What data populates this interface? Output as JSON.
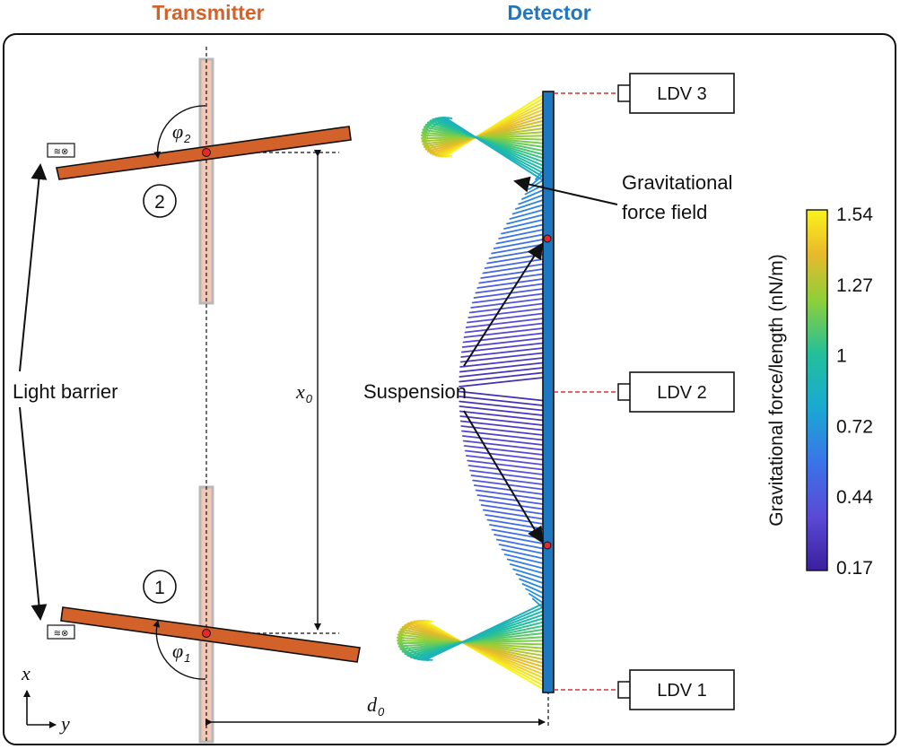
{
  "headers": {
    "transmitter": "Transmitter",
    "detector": "Detector"
  },
  "colors": {
    "transmitter": "#d2622a",
    "detector": "#1f77bf",
    "beam": "#d2622a",
    "guide_rail": "#f2c7b5",
    "pivot": "#e8282b",
    "ldv_line": "#e8282b"
  },
  "ldv": [
    "LDV 3",
    "LDV 2",
    "LDV 1"
  ],
  "labels": {
    "light_barrier": "Light barrier",
    "suspension": "Suspension",
    "grav_field_line1": "Gravitational",
    "grav_field_line2": "force field"
  },
  "positions": {
    "one": "1",
    "two": "2"
  },
  "math": {
    "phi": "φ",
    "phi1_sub": "1",
    "phi2_sub": "2",
    "x0": "x",
    "x0_sub": "0",
    "d0": "d",
    "d0_sub": "0",
    "axis_x": "x",
    "axis_y": "y"
  },
  "light_barrier_icon": "light-barrier-sensor-icon",
  "colorbar": {
    "title": "Gravitational force/length (nN/m)",
    "min": 0.17,
    "max": 1.54,
    "ticks": [
      "1.54",
      "1.27",
      "1",
      "0.72",
      "0.44",
      "0.17"
    ],
    "colormap": "viridis-like (blue-violet to yellow)"
  }
}
